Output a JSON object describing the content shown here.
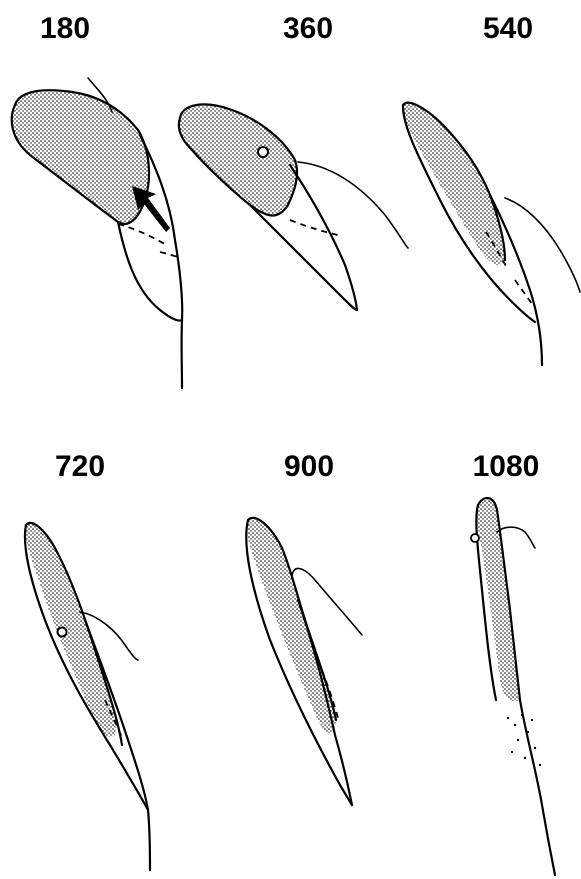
{
  "stages": [
    {
      "label": "180"
    },
    {
      "label": "360"
    },
    {
      "label": "540"
    },
    {
      "label": "720"
    },
    {
      "label": "900"
    },
    {
      "label": "1080"
    }
  ],
  "colors": {
    "ink": "#000000",
    "background": "#ffffff"
  },
  "icons": {
    "direction": "arrow-up-left"
  }
}
